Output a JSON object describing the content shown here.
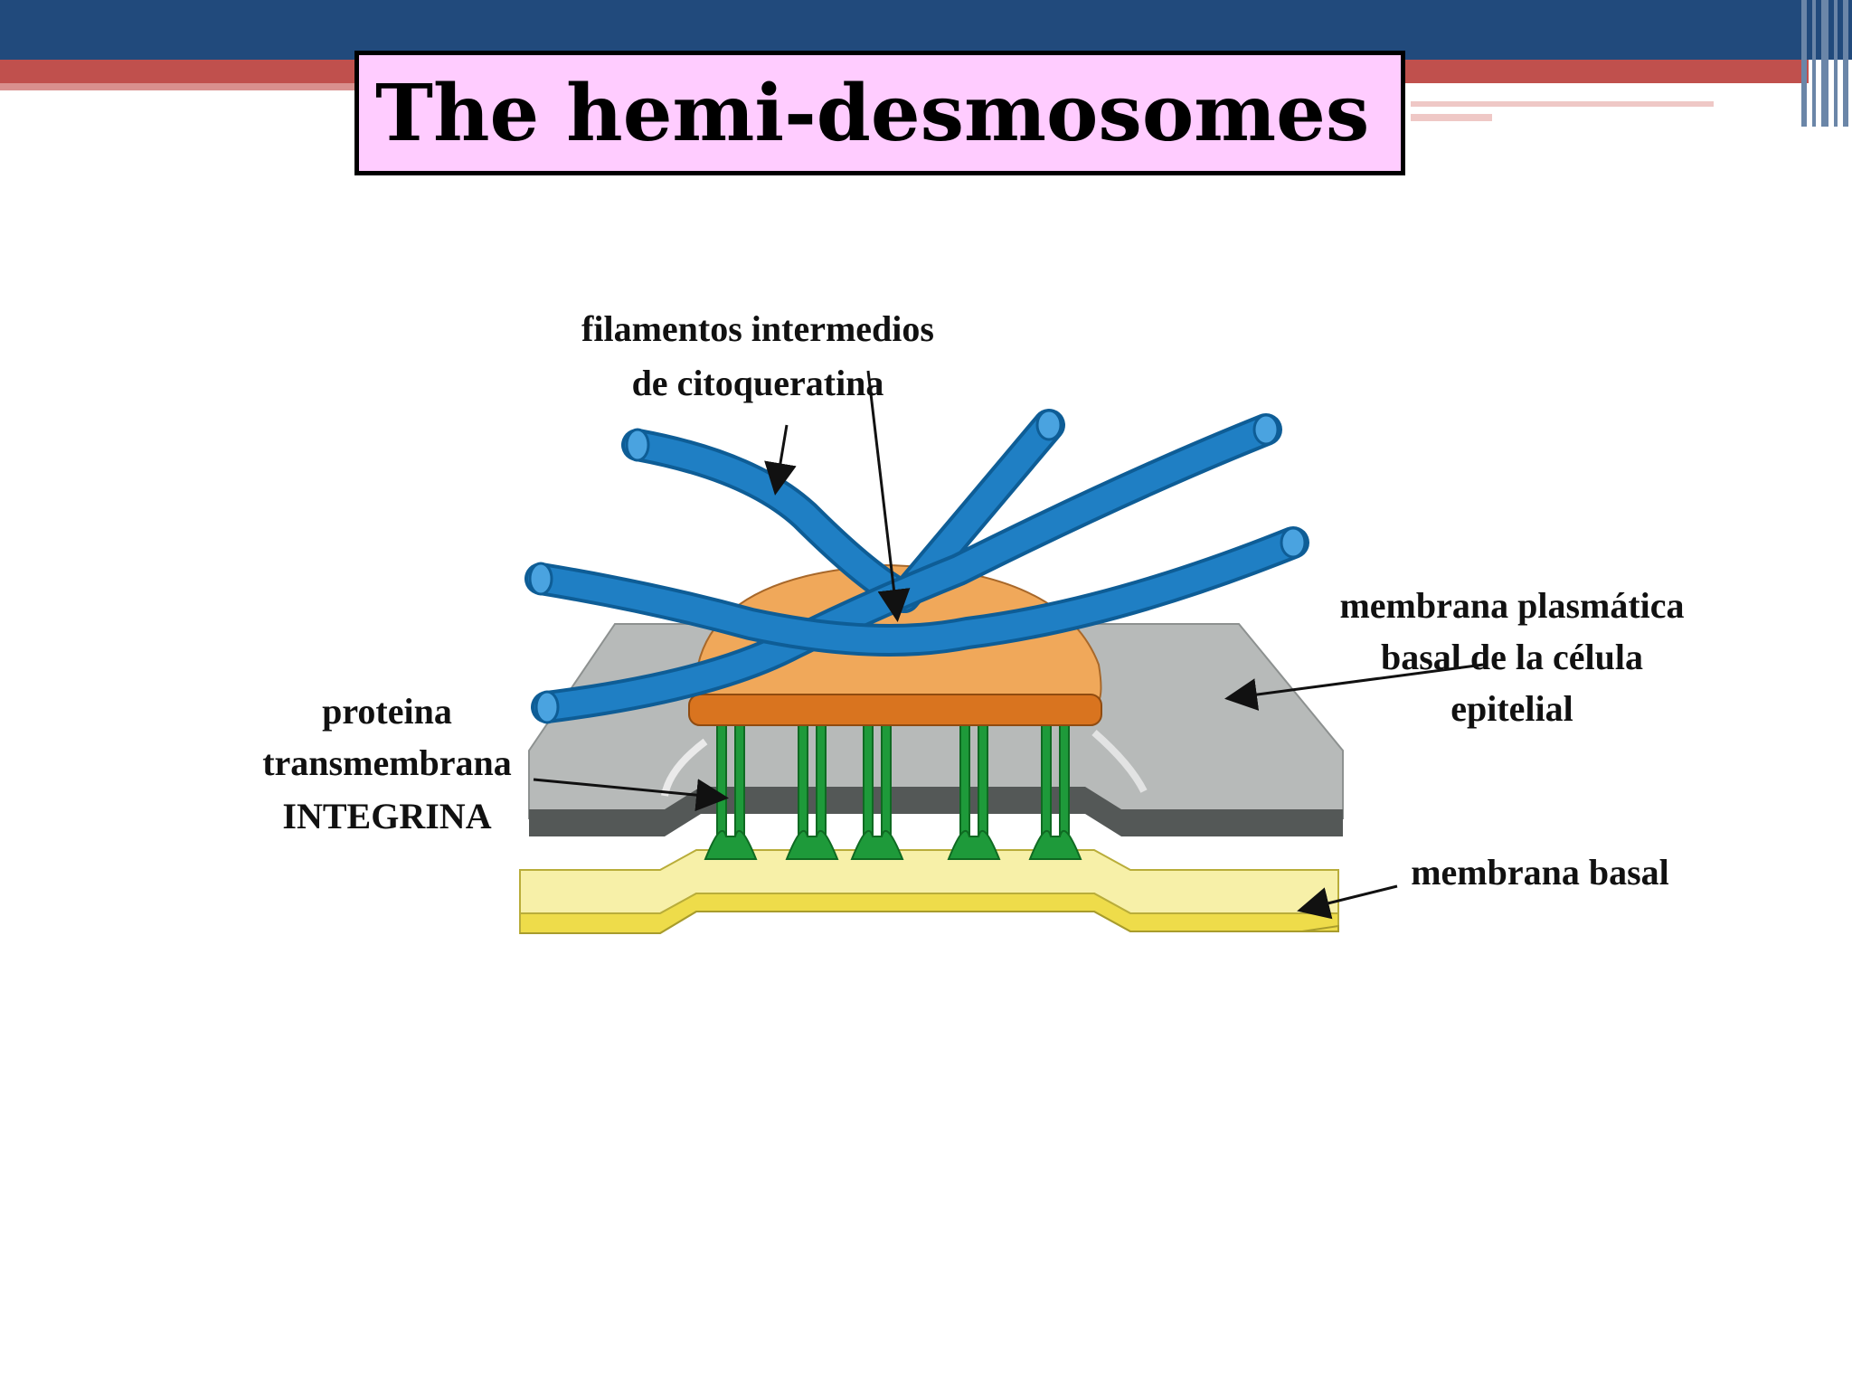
{
  "title": "The hemi-desmosomes",
  "labels": {
    "filaments": [
      "filamentos intermedios",
      "de citoqueratina"
    ],
    "membrane_plasma": [
      "membrana plasmática",
      "basal de la célula",
      "epitelial"
    ],
    "protein": [
      "proteina",
      "transmembrana",
      "INTEGRINA"
    ],
    "basal_membrane": "membrana basal"
  },
  "colors": {
    "header_blue": "#214a7c",
    "header_red": "#c0504d",
    "title_bg": "#ffccff",
    "filament": "#1f7fc4",
    "plaque": "#f0a85a",
    "plaque_base": "#d9741f",
    "membrane": "#b8bbbb",
    "integrin": "#1e9a3a",
    "basal": "#f3e46a"
  }
}
